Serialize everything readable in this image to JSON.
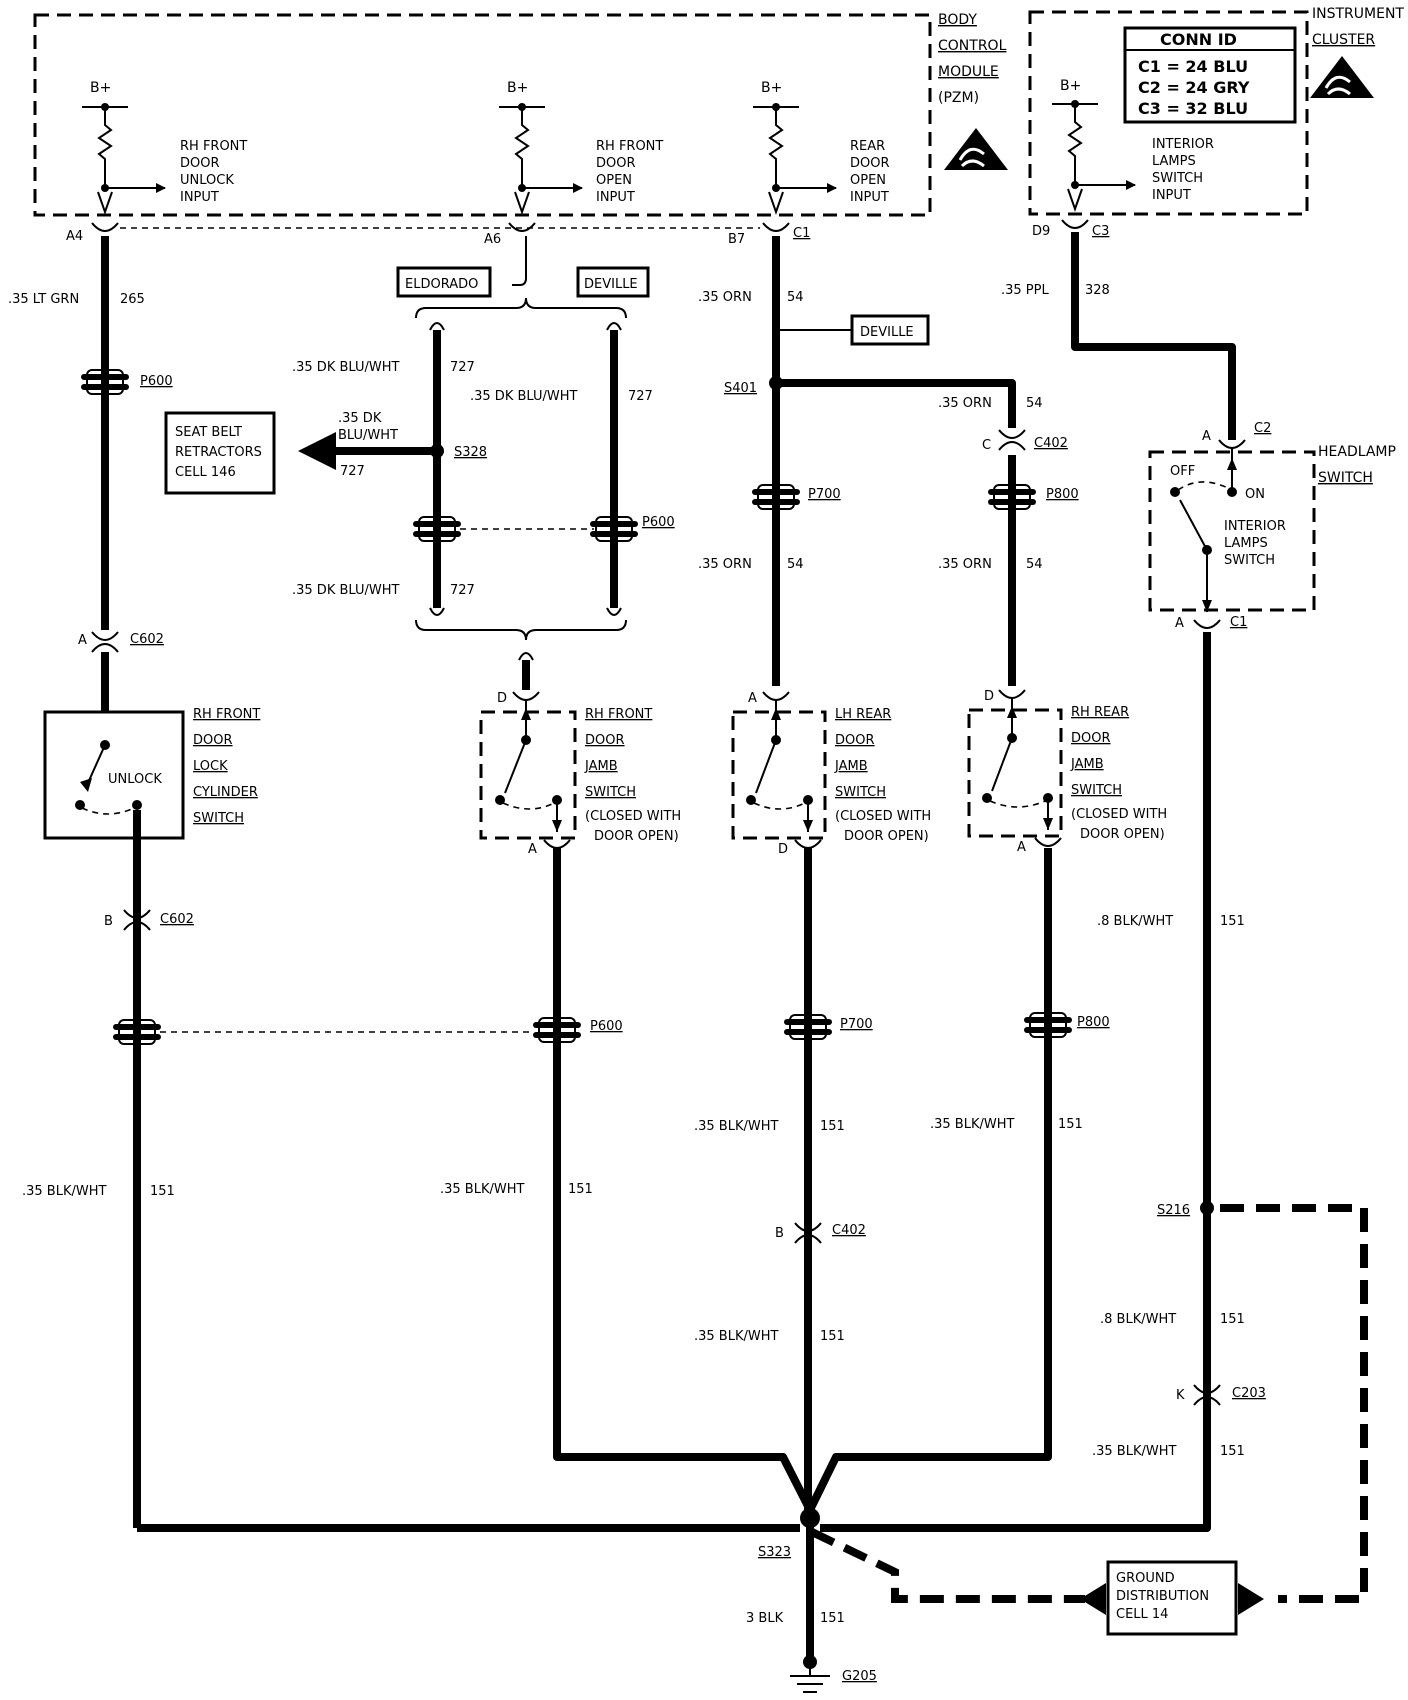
{
  "modules": {
    "bcm": {
      "l1": "BODY",
      "l2": "CONTROL",
      "l3": "MODULE",
      "l4": "(PZM)"
    },
    "ic": {
      "l1": "INSTRUMENT",
      "l2": "CLUSTER"
    }
  },
  "conn_id": {
    "title": "CONN ID",
    "c1": "C1 = 24 BLU",
    "c2": "C2 = 24 GRY",
    "c3": "C3 = 32 BLU"
  },
  "bplus": "B+",
  "inputs": {
    "unlock": [
      "RH FRONT",
      "DOOR",
      "UNLOCK",
      "INPUT"
    ],
    "rh_open": [
      "RH FRONT",
      "DOOR",
      "OPEN",
      "INPUT"
    ],
    "rear_open": [
      "REAR",
      "DOOR",
      "OPEN",
      "INPUT"
    ],
    "interior": [
      "INTERIOR",
      "LAMPS",
      "SWITCH",
      "INPUT"
    ]
  },
  "pins": {
    "a4": "A4",
    "a6": "A6",
    "b7": "B7",
    "c1_bcm": "C1",
    "d9": "D9",
    "c3": "C3",
    "a_c602": "A",
    "b_c602": "B",
    "c_c402": "C",
    "b_c402": "B",
    "a_c2": "A",
    "a_c1": "A",
    "k_c203": "K",
    "d_rhf": "D",
    "a_rhf": "A",
    "a_lhr": "A",
    "d_lhr": "D",
    "d_rhr": "D",
    "a_rhr": "A"
  },
  "wires": {
    "w265": {
      "gauge": ".35 LT GRN",
      "num": "265"
    },
    "w54a": {
      "gauge": ".35 ORN",
      "num": "54"
    },
    "w328": {
      "gauge": ".35 PPL",
      "num": "328"
    },
    "w727a": {
      "gauge": ".35 DK BLU/WHT",
      "num": "727"
    },
    "w727b": {
      "gauge": ".35 DK BLU/WHT",
      "num": "727"
    },
    "w727c": {
      "gauge": ".35 DK BLU/WHT",
      "num": "727"
    },
    "w727d": {
      "gauge1": ".35 DK",
      "gauge2": "BLU/WHT",
      "num": "727"
    },
    "w54b": {
      "gauge": ".35 ORN",
      "num": "54"
    },
    "w54c": {
      "gauge": ".35 ORN",
      "num": "54"
    },
    "w54d": {
      "gauge": ".35 ORN",
      "num": "54"
    },
    "w151a": {
      "gauge": ".8 BLK/WHT",
      "num": "151"
    },
    "w151b": {
      "gauge": ".35 BLK/WHT",
      "num": "151"
    },
    "w151c": {
      "gauge": ".35 BLK/WHT",
      "num": "151"
    },
    "w151d": {
      "gauge": ".35 BLK/WHT",
      "num": "151"
    },
    "w151e": {
      "gauge": ".35 BLK/WHT",
      "num": "151"
    },
    "w151f": {
      "gauge": ".35 BLK/WHT",
      "num": "151"
    },
    "w151g": {
      "gauge": ".8 BLK/WHT",
      "num": "151"
    },
    "w151h": {
      "gauge": ".35 BLK/WHT",
      "num": "151"
    },
    "w151i": {
      "gauge": "3 BLK",
      "num": "151"
    }
  },
  "connectors": {
    "p600_l": "P600",
    "p600_m": "P600",
    "p600_lo": "P600",
    "p700_u": "P700",
    "p700_lo": "P700",
    "p800_u": "P800",
    "p800_lo": "P800",
    "c602_u": "C602",
    "c602_lo": "C602",
    "c402_u": "C402",
    "c402_lo": "C402",
    "c2": "C2",
    "c1_hl": "C1",
    "c203": "C203"
  },
  "splices": {
    "s328": "S328",
    "s401": "S401",
    "s216": "S216",
    "s323": "S323"
  },
  "ground": "G205",
  "options": {
    "eldorado": "ELDORADO",
    "deville": "DEVILLE",
    "deville2": "DEVILLE"
  },
  "seatbelt": [
    "SEAT BELT",
    "RETRACTORS",
    "CELL 146"
  ],
  "ground_dist": [
    "GROUND",
    "DISTRIBUTION",
    "CELL 14"
  ],
  "headlamp": {
    "l1": "HEADLAMP",
    "l2": "SWITCH",
    "off": "OFF",
    "on": "ON",
    "s1": "INTERIOR",
    "s2": "LAMPS",
    "s3": "SWITCH"
  },
  "lock_switch": {
    "unlock": "UNLOCK",
    "l1": "RH FRONT",
    "l2": "DOOR",
    "l3": "LOCK",
    "l4": "CYLINDER",
    "l5": "SWITCH"
  },
  "jamb_rhf": {
    "l1": "RH FRONT",
    "l2": "DOOR",
    "l3": "JAMB",
    "l4": "SWITCH",
    "n1": "(CLOSED WITH",
    "n2": "DOOR OPEN)"
  },
  "jamb_lhr": {
    "l1": "LH REAR",
    "l2": "DOOR",
    "l3": "JAMB",
    "l4": "SWITCH",
    "n1": "(CLOSED WITH",
    "n2": "DOOR OPEN)"
  },
  "jamb_rhr": {
    "l1": "RH REAR",
    "l2": "DOOR",
    "l3": "JAMB",
    "l4": "SWITCH",
    "n1": "(CLOSED WITH",
    "n2": "DOOR OPEN)"
  }
}
